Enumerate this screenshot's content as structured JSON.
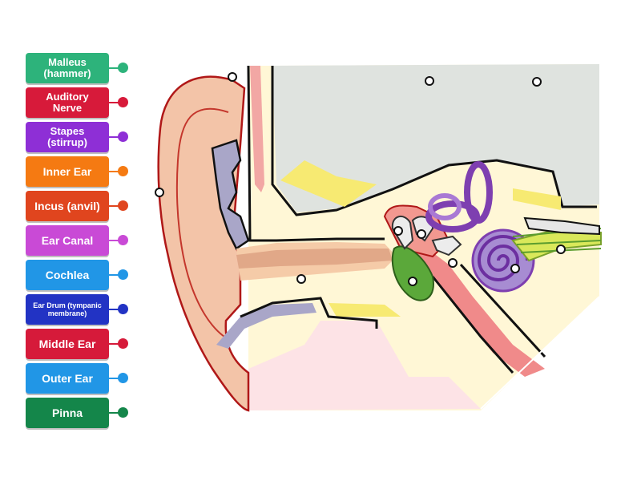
{
  "labels": [
    {
      "text": "Malleus\n(hammer)",
      "color": "#2db37b",
      "dot": "#2db37b",
      "size": "small"
    },
    {
      "text": "Auditory\nNerve",
      "color": "#d71a3a",
      "dot": "#d71a3a",
      "size": "small"
    },
    {
      "text": "Stapes\n(stirrup)",
      "color": "#8e2fd6",
      "dot": "#8e2fd6",
      "size": "small"
    },
    {
      "text": "Inner Ear",
      "color": "#f57a12",
      "dot": "#f57a12",
      "size": "normal"
    },
    {
      "text": "Incus (anvil)",
      "color": "#e0451e",
      "dot": "#e0451e",
      "size": "normal"
    },
    {
      "text": "Ear Canal",
      "color": "#c94ad6",
      "dot": "#c94ad6",
      "size": "normal"
    },
    {
      "text": "Cochlea",
      "color": "#2196e6",
      "dot": "#2196e6",
      "size": "normal"
    },
    {
      "text": "Ear Drum (tympanic\nmembrane)",
      "color": "#2233c4",
      "dot": "#2233c4",
      "size": "tiny"
    },
    {
      "text": "Middle Ear",
      "color": "#d61a3a",
      "dot": "#d61a3a",
      "size": "normal"
    },
    {
      "text": "Outer Ear",
      "color": "#2196e6",
      "dot": "#2196e6",
      "size": "normal"
    },
    {
      "text": "Pinna",
      "color": "#14864a",
      "dot": "#14864a",
      "size": "normal"
    }
  ]
}
